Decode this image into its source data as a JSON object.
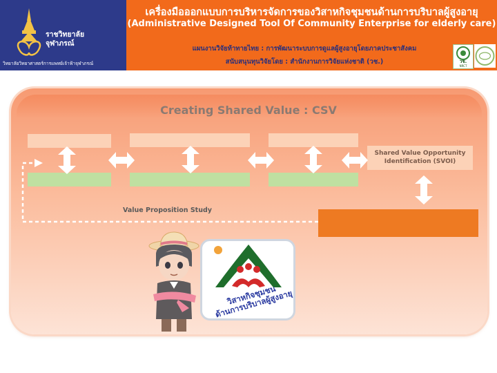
{
  "header": {
    "university_name": "ราชวิทยาลัย\nจุฬาภรณ์",
    "faculty": "วิทยาลัยวิทยาศาสตร์การแพทย์เจ้าฟ้าจุฬาภรณ์",
    "title_th": "เครื่องมือออกแบบการบริหารจัดการของวิสาหกิจชุมชนด้านการบริบาลผู้สูงอายุ",
    "title_en": "(Administrative Designed Tool  Of Community Enterprise for elderly care)",
    "subtitle_1": "แผนงานวิจัยท้าทายไทย : การพัฒนาระบบการดูแลผู้สูงอายุโดยภาคประชาสังคม",
    "subtitle_2": "สนับสนุนทุนวิจัยโดย : สำนักงานการวิจัยแห่งชาติ (วช.)",
    "logo_1_text": "วช.",
    "logo_1_sub": "NRCT",
    "colors": {
      "navy": "#2d3a8a",
      "orange": "#f26a1b"
    }
  },
  "diagram": {
    "title": "Creating Shared Value : CSV",
    "svoi_label": "Shared Value Opportunity\nIdentification (SVOI)",
    "value_proposition_label": "Value Proposition Study",
    "colors": {
      "peach": "#fcd2b7",
      "green": "#bfe0a1",
      "orange_box": "#ee7a22",
      "arrow": "#ffffff"
    }
  },
  "logo": {
    "text": "วิสาหกิจชุมชน\nด้านการบริบาลผู้สูงอายุ",
    "icon": "community-enterprise-logo"
  }
}
